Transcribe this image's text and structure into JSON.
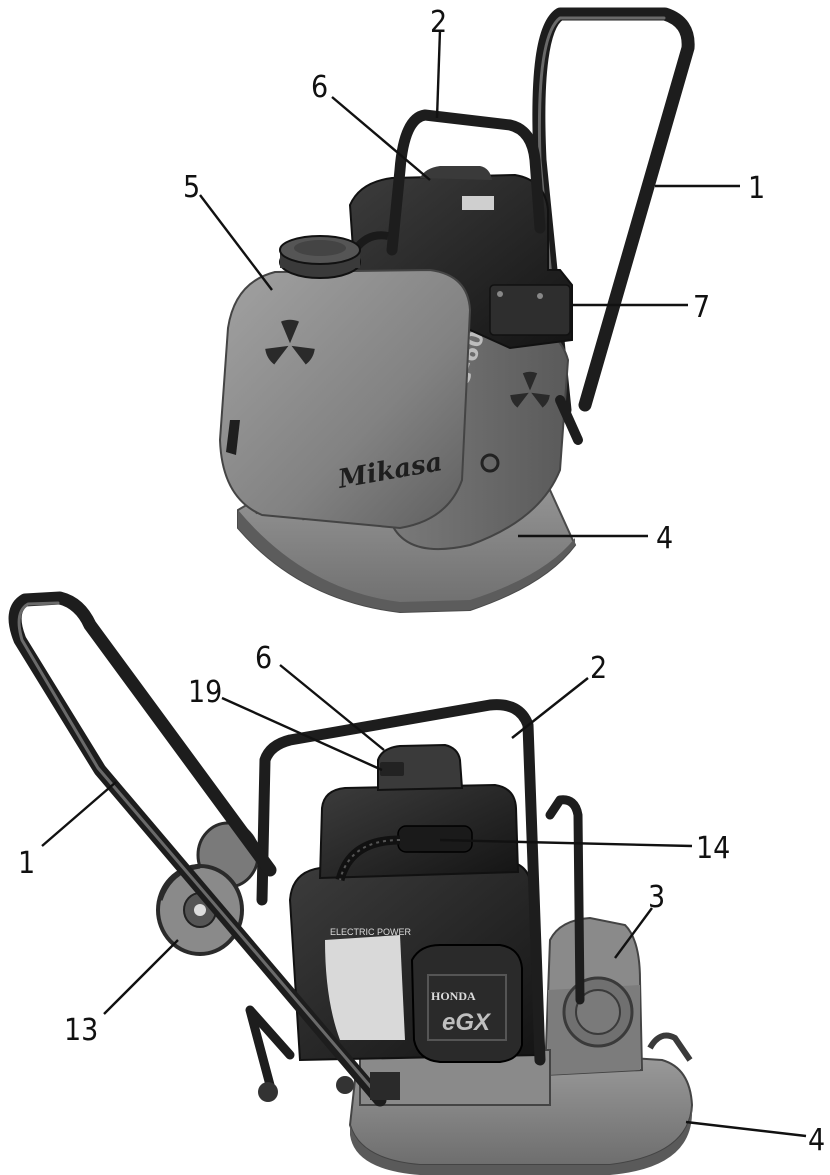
{
  "figure_top": {
    "callouts": [
      "2",
      "6",
      "5",
      "1",
      "7",
      "4"
    ],
    "brand_text": "Mikasa",
    "model_text": "MVC-60"
  },
  "figure_bottom": {
    "callouts": [
      "6",
      "2",
      "19",
      "1",
      "14",
      "3",
      "13",
      "4"
    ],
    "brand_text": "HONDA",
    "engine_text": "eGX",
    "badge_text": "ELECTRIC POWER"
  },
  "colors": {
    "machine_gray": "#8a8a8a",
    "dark_part": "#2a2a2a",
    "line": "#111111"
  },
  "icons": [
    "radiation-trefoil-icon"
  ]
}
